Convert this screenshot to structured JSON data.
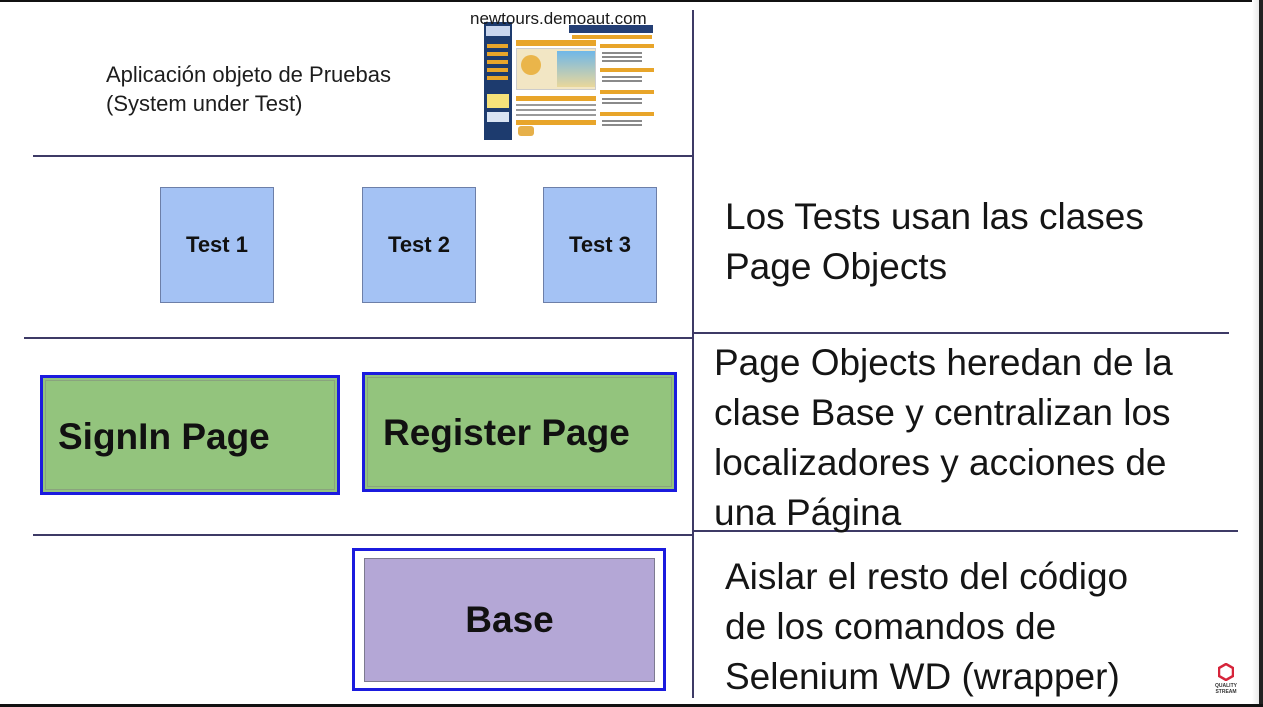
{
  "sut": {
    "label_line1": "Aplicación objeto de Pruebas",
    "label_line2": "(System under Test)",
    "site_url": "newtours.demoaut.com"
  },
  "tests": [
    {
      "label": "Test 1"
    },
    {
      "label": "Test 2"
    },
    {
      "label": "Test 3"
    }
  ],
  "page_objects": [
    {
      "label": "SignIn Page"
    },
    {
      "label": "Register Page"
    }
  ],
  "base": {
    "label": "Base"
  },
  "descriptions": {
    "tests": "Los Tests usan las clases\nPage Objects",
    "page_objects": "Page Objects heredan de la\nclase Base y centralizan los\nlocalizadores y acciones de\nuna Página",
    "base": "Aislar el resto del código\nde los comandos de\nSelenium WD (wrapper)"
  },
  "brand": {
    "text": "QUALITY STREAM"
  },
  "colors": {
    "test_box": "#a4c2f4",
    "page_box": "#93c47d",
    "base_box": "#b4a7d6",
    "box_border": "#1b1bde",
    "divider": "#3d3a66",
    "brand_red": "#d6243a"
  }
}
